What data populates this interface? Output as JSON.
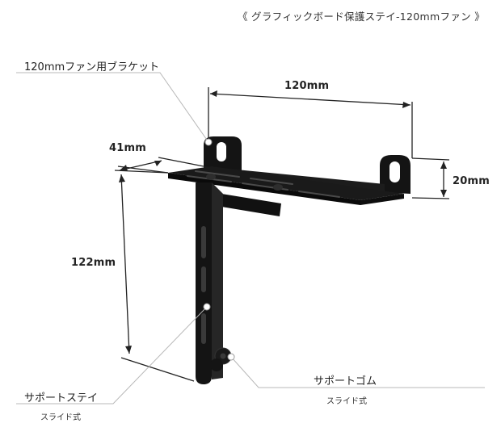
{
  "title": "《 グラフィックボード保護ステイ-120mmファン 》",
  "labels": {
    "fan_bracket": "120mmファン用ブラケット",
    "support_stay": "サポートステイ",
    "support_stay_sub": "スライド式",
    "support_rubber": "サポートゴム",
    "support_rubber_sub": "スライド式"
  },
  "dimensions": {
    "width": "120mm",
    "depth": "41mm",
    "height": "122mm",
    "tab": "20mm"
  },
  "colors": {
    "metal": "#141414",
    "highlight": "#3a3a3a",
    "line": "#222222",
    "leader": "#b8b8b8"
  }
}
